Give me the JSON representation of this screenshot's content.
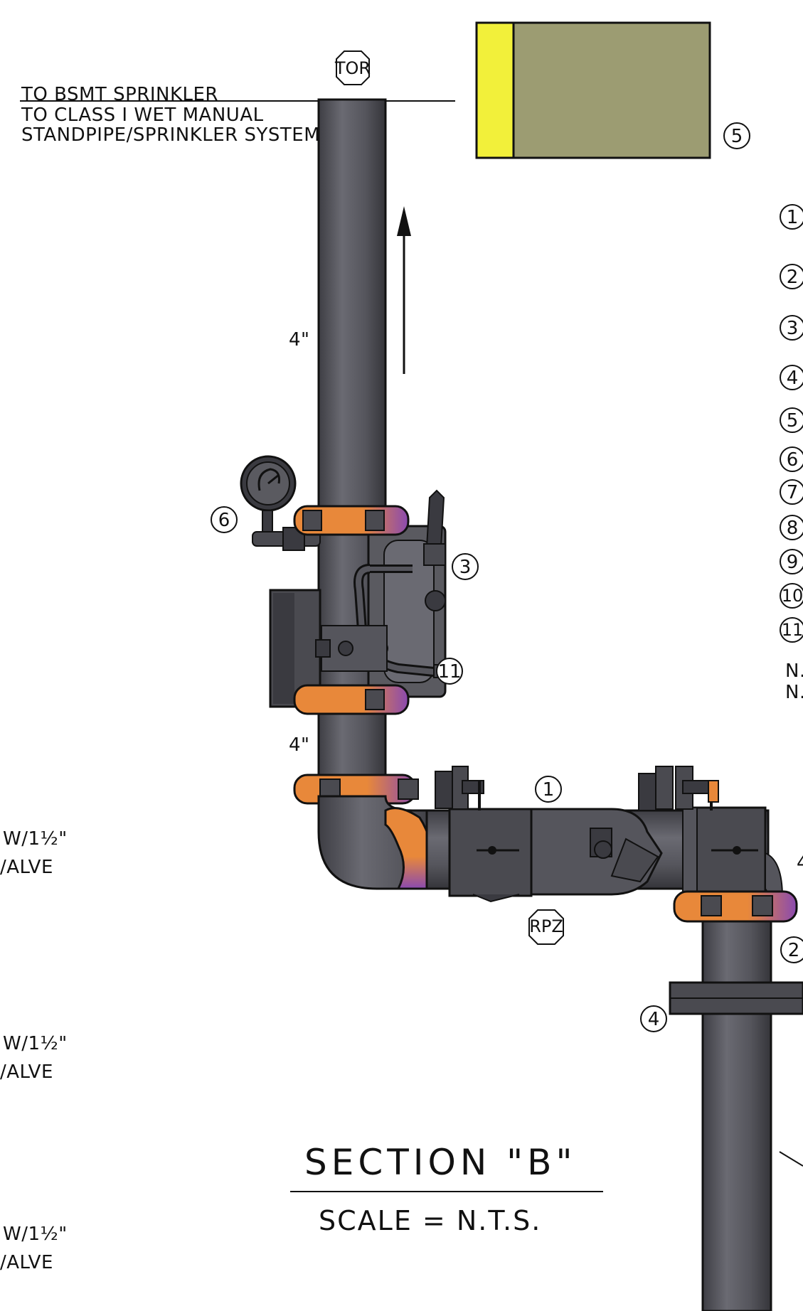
{
  "notes": {
    "line1": "TO BSMT SPRINKLER",
    "line2": "TO CLASS I WET MANUAL",
    "line3": "STANDPIPE/SPRINKLER SYSTEM"
  },
  "tags": {
    "tor": "TOR",
    "rpz": "RPZ"
  },
  "pipe_sizes": {
    "upper": "4\"",
    "lower": "4\"",
    "right_partial": "4"
  },
  "callouts": {
    "c1": "1",
    "c3": "3",
    "c4": "4",
    "c5": "5",
    "c6": "6",
    "c11": "11"
  },
  "legend_partial": [
    "1",
    "2",
    "3",
    "4",
    "5",
    "6",
    "7",
    "8",
    "9",
    "10",
    "11"
  ],
  "legend_notes_partial": [
    "N.",
    "N."
  ],
  "left_partial_labels": [
    {
      "top": "W/1½\"",
      "bottom": "/ALVE"
    },
    {
      "top": "W/1½\"",
      "bottom": "/ALVE"
    },
    {
      "top": "W/1½\"",
      "bottom": "/ALVE"
    }
  ],
  "right_side_callout_2": "2",
  "section": {
    "title": "SECTION  \"B\"",
    "scale": "SCALE  =  N.T.S."
  },
  "colors": {
    "pipe": "#5a5a60",
    "pipe_dark": "#2a2a2e",
    "coupling": "#e8883a",
    "coupling_purple": "#8a4ab0",
    "sign_olive": "#9c9c72",
    "sign_yellow": "#f2f03a"
  }
}
